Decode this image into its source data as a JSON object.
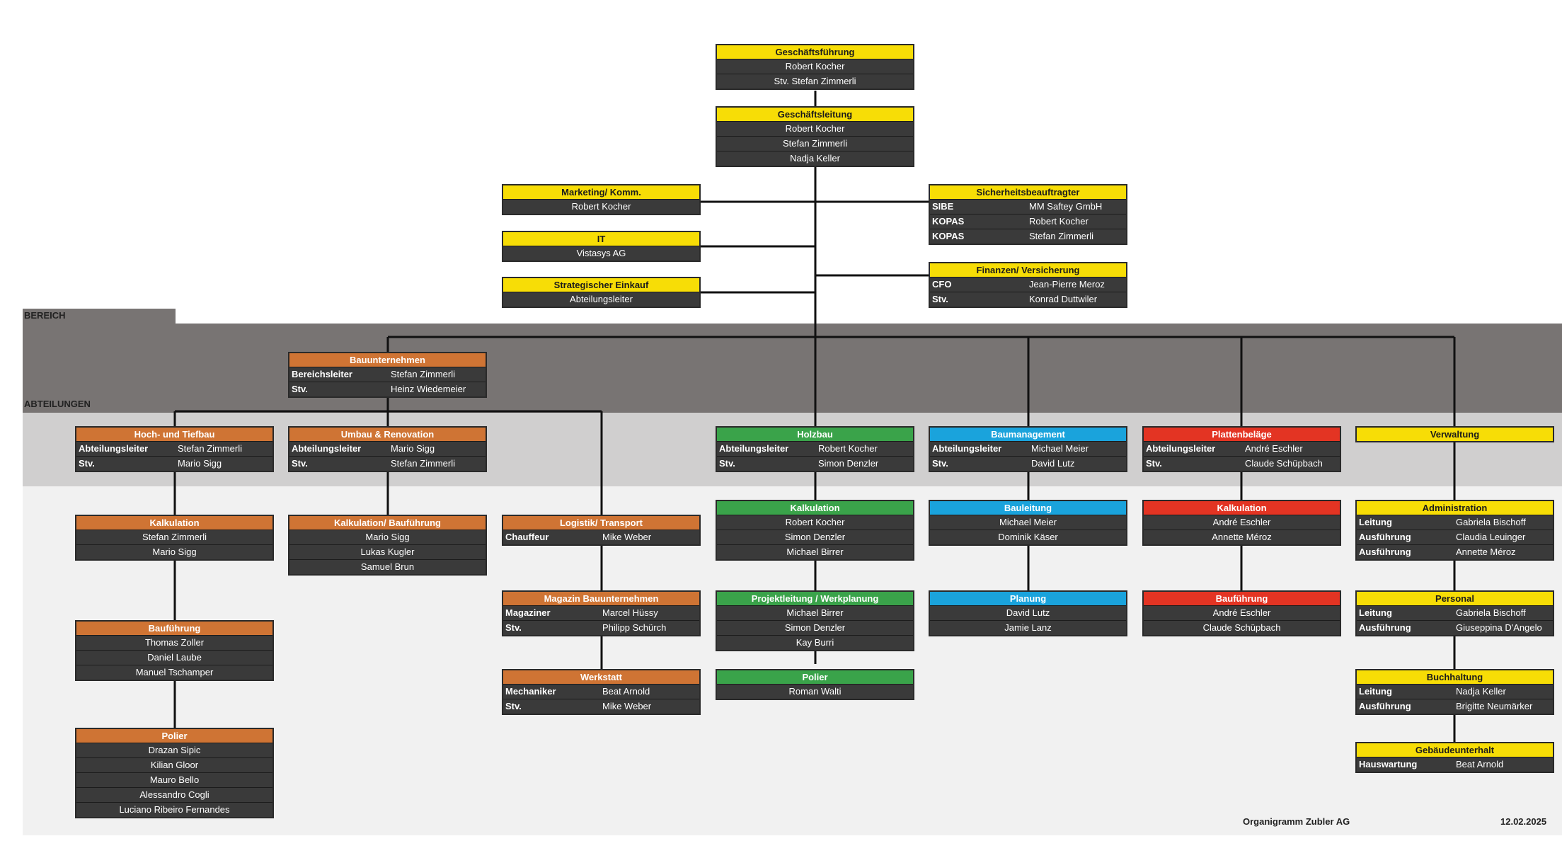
{
  "colors": {
    "yellow": "#f7dd06",
    "orange": "#cf7434",
    "green": "#3aa34a",
    "blue": "#1aa3dc",
    "red": "#e33423",
    "cell": "#3a3a3a",
    "band_bereich": "#787473",
    "band_abteilungen": "#d0cfcf",
    "band_rest": "#f1f1f1"
  },
  "bands": {
    "bereich": "BEREICH",
    "abteilungen": "ABTEILUNGEN"
  },
  "footer": {
    "title": "Organigramm Zubler AG",
    "date": "12.02.2025"
  },
  "boxes": [
    {
      "id": "gf",
      "color": "yellow",
      "title": "Geschäftsführung",
      "rows": [
        {
          "v": "Robert Kocher"
        },
        {
          "v": "Stv. Stefan Zimmerli"
        }
      ]
    },
    {
      "id": "gl",
      "color": "yellow",
      "title": "Geschäftsleitung",
      "rows": [
        {
          "v": "Robert Kocher"
        },
        {
          "v": "Stefan Zimmerli"
        },
        {
          "v": "Nadja Keller"
        }
      ]
    },
    {
      "id": "mk",
      "color": "yellow",
      "title": "Marketing/ Komm.",
      "rows": [
        {
          "v": "Robert Kocher"
        }
      ]
    },
    {
      "id": "it",
      "color": "yellow",
      "title": "IT",
      "rows": [
        {
          "v": "Vistasys AG"
        }
      ]
    },
    {
      "id": "se",
      "color": "yellow",
      "title": "Strategischer Einkauf",
      "rows": [
        {
          "v": "Abteilungsleiter"
        }
      ]
    },
    {
      "id": "sb",
      "color": "yellow",
      "title": "Sicherheitsbeauftragter",
      "rows": [
        {
          "k": "SIBE",
          "v": "MM Saftey GmbH"
        },
        {
          "k": "KOPAS",
          "v": "Robert Kocher"
        },
        {
          "k": "KOPAS",
          "v": "Stefan Zimmerli"
        }
      ]
    },
    {
      "id": "fv",
      "color": "yellow",
      "title": "Finanzen/ Versicherung",
      "rows": [
        {
          "k": "CFO",
          "v": "Jean-Pierre Meroz"
        },
        {
          "k": "Stv.",
          "v": "Konrad Duttwiler"
        }
      ]
    },
    {
      "id": "bu",
      "color": "orange",
      "title": "Bauunternehmen",
      "rows": [
        {
          "k": "Bereichsleiter",
          "v": "Stefan Zimmerli"
        },
        {
          "k": "Stv.",
          "v": "Heinz Wiedemeier"
        }
      ]
    },
    {
      "id": "ht",
      "color": "orange",
      "title": "Hoch- und Tiefbau",
      "rows": [
        {
          "k": "Abteilungsleiter",
          "v": "Stefan Zimmerli"
        },
        {
          "k": "Stv.",
          "v": "Mario Sigg"
        }
      ]
    },
    {
      "id": "ur",
      "color": "orange",
      "title": "Umbau & Renovation",
      "rows": [
        {
          "k": "Abteilungsleiter",
          "v": "Mario Sigg"
        },
        {
          "k": "Stv.",
          "v": "Stefan Zimmerli"
        }
      ]
    },
    {
      "id": "hb",
      "color": "green",
      "title": "Holzbau",
      "rows": [
        {
          "k": "Abteilungsleiter",
          "v": "Robert Kocher"
        },
        {
          "k": "Stv.",
          "v": "Simon Denzler"
        }
      ]
    },
    {
      "id": "bm",
      "color": "blue",
      "title": "Baumanagement",
      "rows": [
        {
          "k": "Abteilungsleiter",
          "v": "Michael Meier"
        },
        {
          "k": "Stv.",
          "v": "David Lutz"
        }
      ]
    },
    {
      "id": "pb",
      "color": "red",
      "title": "Plattenbeläge",
      "rows": [
        {
          "k": "Abteilungsleiter",
          "v": "André Eschler"
        },
        {
          "k": "Stv.",
          "v": "Claude Schüpbach"
        }
      ]
    },
    {
      "id": "vw",
      "color": "yellow",
      "title": "Verwaltung",
      "rows": []
    },
    {
      "id": "kal1",
      "color": "orange",
      "title": "Kalkulation",
      "rows": [
        {
          "v": "Stefan Zimmerli"
        },
        {
          "v": "Mario Sigg"
        }
      ]
    },
    {
      "id": "kbf",
      "color": "orange",
      "title": "Kalkulation/ Bauführung",
      "rows": [
        {
          "v": "Mario Sigg"
        },
        {
          "v": "Lukas Kugler"
        },
        {
          "v": "Samuel Brun"
        }
      ]
    },
    {
      "id": "lt",
      "color": "orange",
      "title": "Logistik/ Transport",
      "rows": [
        {
          "k": "Chauffeur",
          "v": "Mike Weber"
        }
      ]
    },
    {
      "id": "kal2",
      "color": "green",
      "title": "Kalkulation",
      "rows": [
        {
          "v": "Robert Kocher"
        },
        {
          "v": "Simon Denzler"
        },
        {
          "v": "Michael Birrer"
        }
      ]
    },
    {
      "id": "bl",
      "color": "blue",
      "title": "Bauleitung",
      "rows": [
        {
          "v": "Michael Meier"
        },
        {
          "v": "Dominik Käser"
        }
      ]
    },
    {
      "id": "kal3",
      "color": "red",
      "title": "Kalkulation",
      "rows": [
        {
          "v": "André Eschler"
        },
        {
          "v": "Annette Méroz"
        }
      ]
    },
    {
      "id": "adm",
      "color": "yellow",
      "title": "Administration",
      "rows": [
        {
          "k": "Leitung",
          "v": "Gabriela Bischoff"
        },
        {
          "k": "Ausführung",
          "v": "Claudia Leuinger"
        },
        {
          "k": "Ausführung",
          "v": "Annette Méroz"
        }
      ]
    },
    {
      "id": "bf1",
      "color": "orange",
      "title": "Bauführung",
      "rows": [
        {
          "v": "Thomas Zoller"
        },
        {
          "v": "Daniel Laube"
        },
        {
          "v": "Manuel Tschamper"
        }
      ]
    },
    {
      "id": "mag",
      "color": "orange",
      "title": "Magazin Bauunternehmen",
      "rows": [
        {
          "k": "Magaziner",
          "v": "Marcel Hüssy"
        },
        {
          "k": "Stv.",
          "v": "Philipp Schürch"
        }
      ]
    },
    {
      "id": "pl",
      "color": "green",
      "title": "Projektleitung / Werkplanung",
      "rows": [
        {
          "v": "Michael Birrer"
        },
        {
          "v": "Simon Denzler"
        },
        {
          "v": "Kay Burri"
        }
      ]
    },
    {
      "id": "plan",
      "color": "blue",
      "title": "Planung",
      "rows": [
        {
          "v": "David Lutz"
        },
        {
          "v": "Jamie Lanz"
        }
      ]
    },
    {
      "id": "bf2",
      "color": "red",
      "title": "Bauführung",
      "rows": [
        {
          "v": "André Eschler"
        },
        {
          "v": "Claude Schüpbach"
        }
      ]
    },
    {
      "id": "pers",
      "color": "yellow",
      "title": "Personal",
      "rows": [
        {
          "k": "Leitung",
          "v": "Gabriela Bischoff"
        },
        {
          "k": "Ausführung",
          "v": "Giuseppina D'Angelo"
        }
      ]
    },
    {
      "id": "ws",
      "color": "orange",
      "title": "Werkstatt",
      "rows": [
        {
          "k": "Mechaniker",
          "v": "Beat Arnold"
        },
        {
          "k": "Stv.",
          "v": "Mike Weber"
        }
      ]
    },
    {
      "id": "pol2",
      "color": "green",
      "title": "Polier",
      "rows": [
        {
          "v": "Roman Walti"
        }
      ]
    },
    {
      "id": "bh",
      "color": "yellow",
      "title": "Buchhaltung",
      "rows": [
        {
          "k": "Leitung",
          "v": "Nadja Keller"
        },
        {
          "k": "Ausführung",
          "v": "Brigitte Neumärker"
        }
      ]
    },
    {
      "id": "pol1",
      "color": "orange",
      "title": "Polier",
      "rows": [
        {
          "v": "Drazan Sipic"
        },
        {
          "v": "Kilian Gloor"
        },
        {
          "v": "Mauro Bello"
        },
        {
          "v": "Alessandro Cogli"
        },
        {
          "v": "Luciano Ribeiro Fernandes"
        }
      ]
    },
    {
      "id": "gu",
      "color": "yellow",
      "title": "Gebäudeunterhalt",
      "rows": [
        {
          "k": "Hauswartung",
          "v": "Beat Arnold"
        }
      ]
    }
  ]
}
